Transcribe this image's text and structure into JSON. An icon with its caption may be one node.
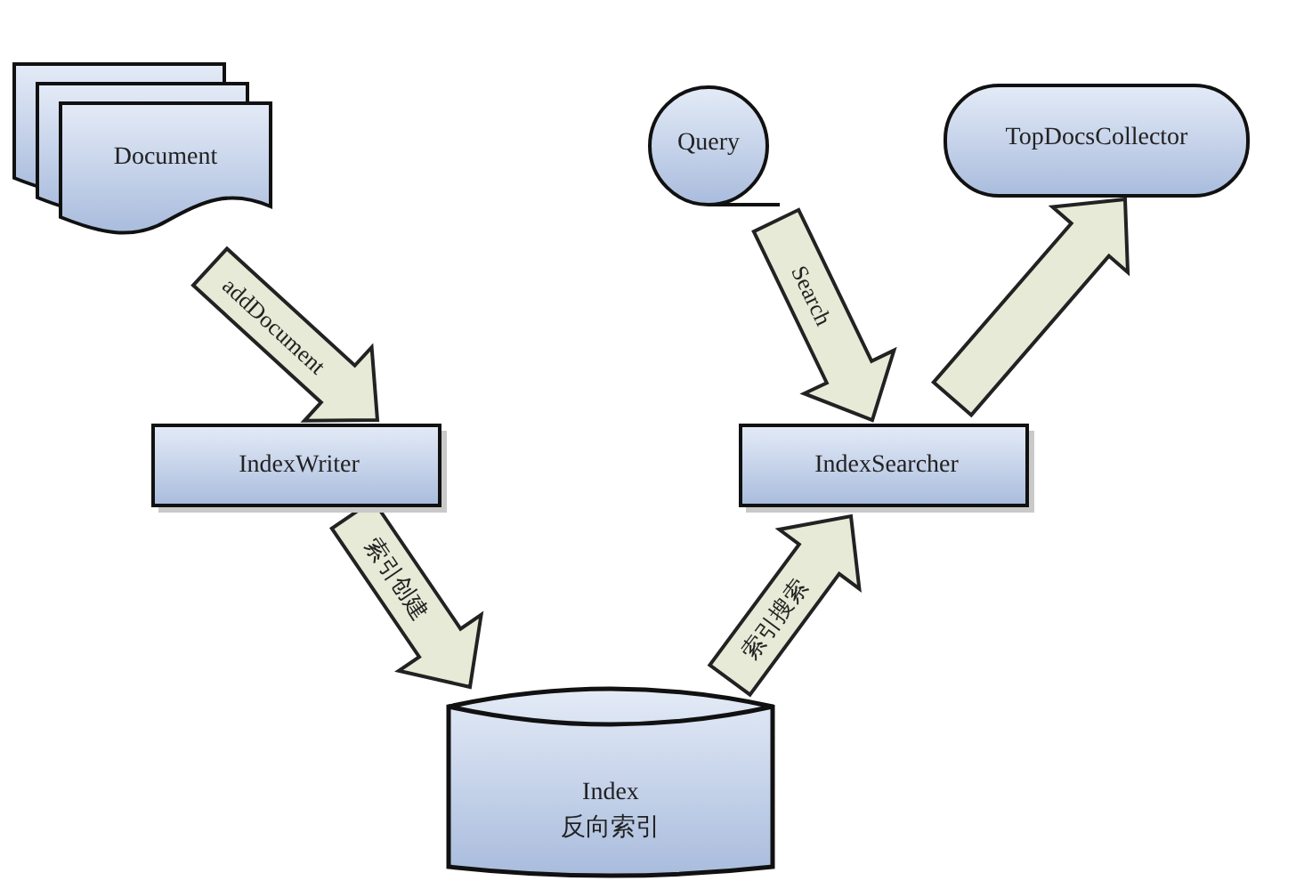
{
  "diagram": {
    "nodes": [
      {
        "text": [
          "Document"
        ]
      },
      {
        "text": [
          "Query"
        ]
      },
      {
        "text": [
          "TopDocsCollector"
        ]
      },
      {
        "text": [
          "IndexWriter"
        ]
      },
      {
        "text": [
          "IndexSearcher"
        ]
      },
      {
        "text": [
          "Index",
          "反向索引"
        ]
      }
    ],
    "edges": [
      {
        "from": 0,
        "to": 3,
        "arrow": "to",
        "label": "addDocument"
      },
      {
        "from": 3,
        "to": 5,
        "arrow": "to",
        "label": "索引创建"
      },
      {
        "from": 5,
        "to": 4,
        "arrow": "to",
        "label": "索引搜索"
      },
      {
        "from": 1,
        "to": 4,
        "arrow": "to",
        "label": "Search"
      },
      {
        "from": 4,
        "to": 2,
        "arrow": "to"
      }
    ]
  }
}
